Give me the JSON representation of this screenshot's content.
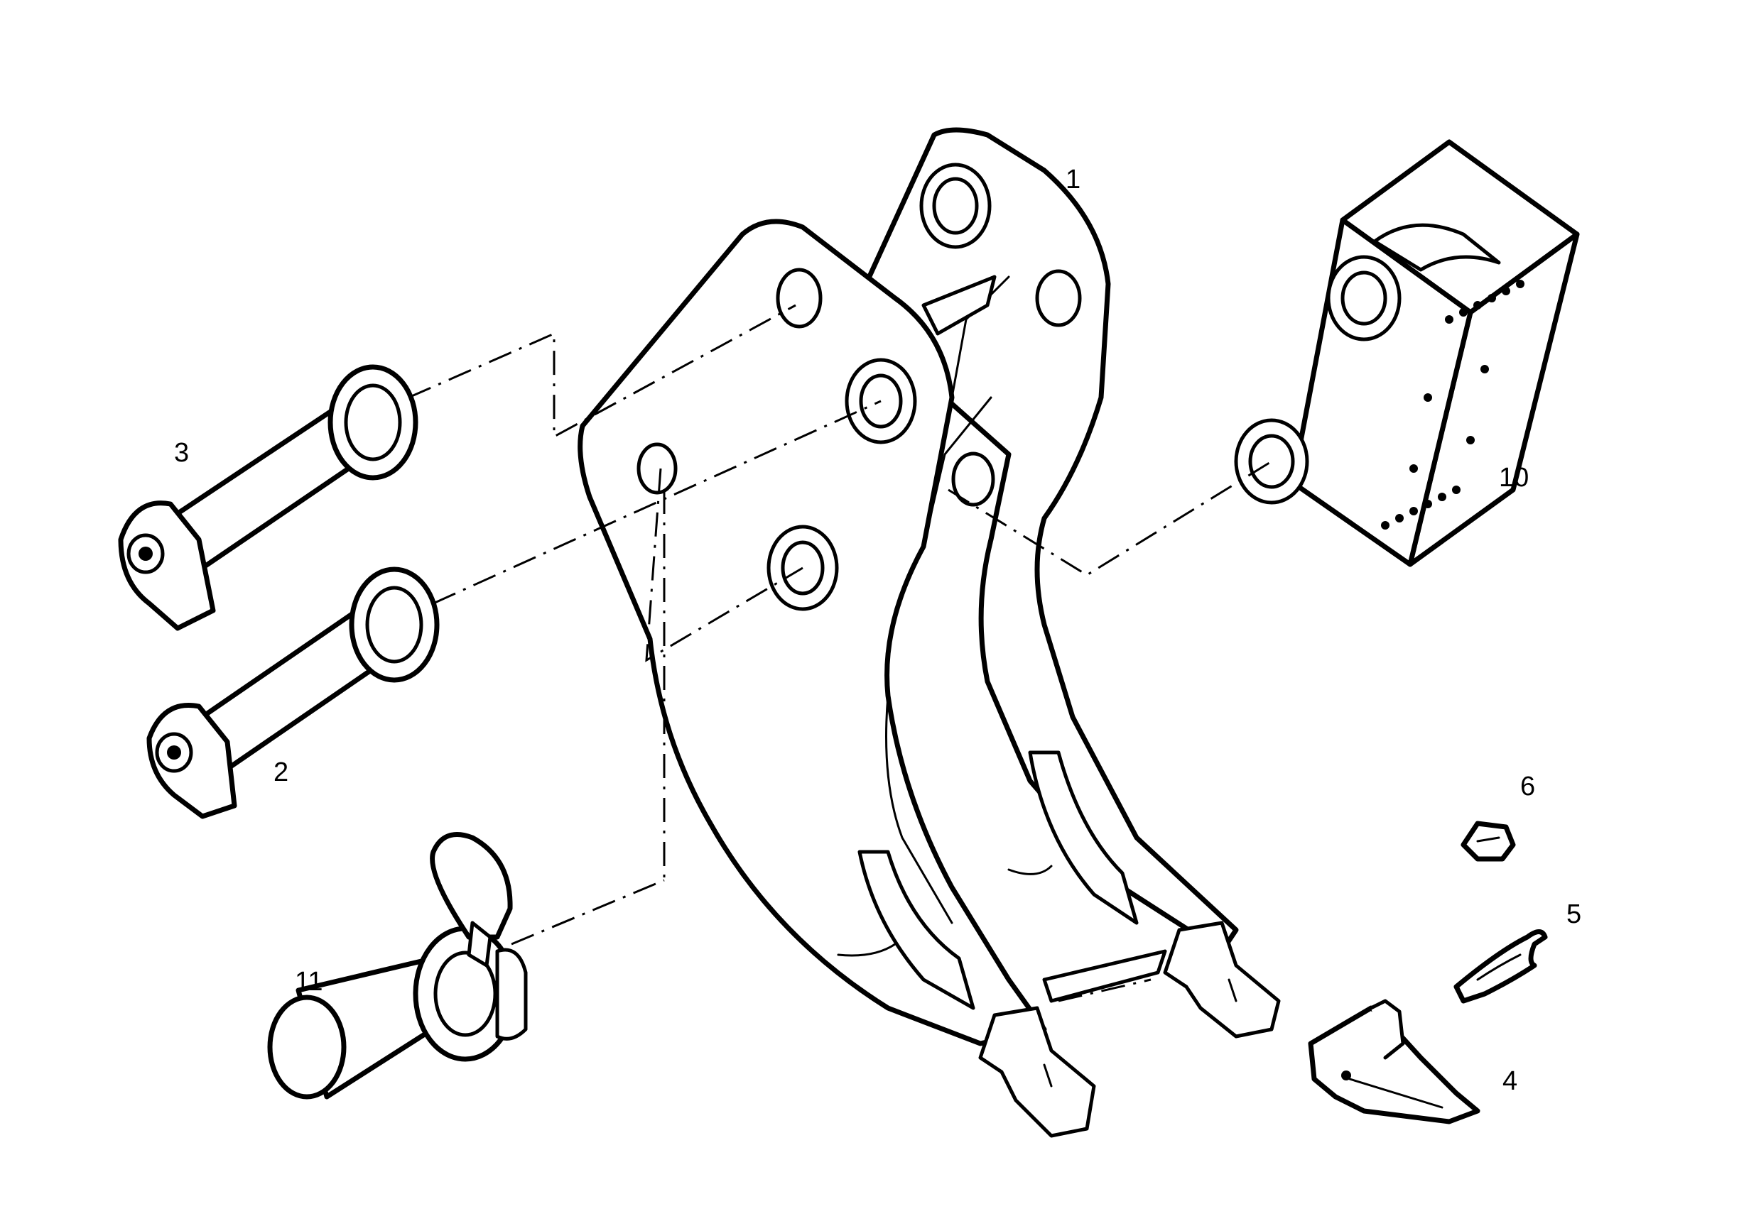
{
  "callouts": {
    "ripper_shank": "1",
    "pin_lower": "2",
    "pin_upper": "3",
    "tooth_adapter": "4",
    "wear_insert": "5",
    "retainer_clip": "6",
    "mounting_bracket": "10",
    "lock_pin": "11"
  },
  "colors": {
    "line": "#000000",
    "background": "#ffffff"
  }
}
